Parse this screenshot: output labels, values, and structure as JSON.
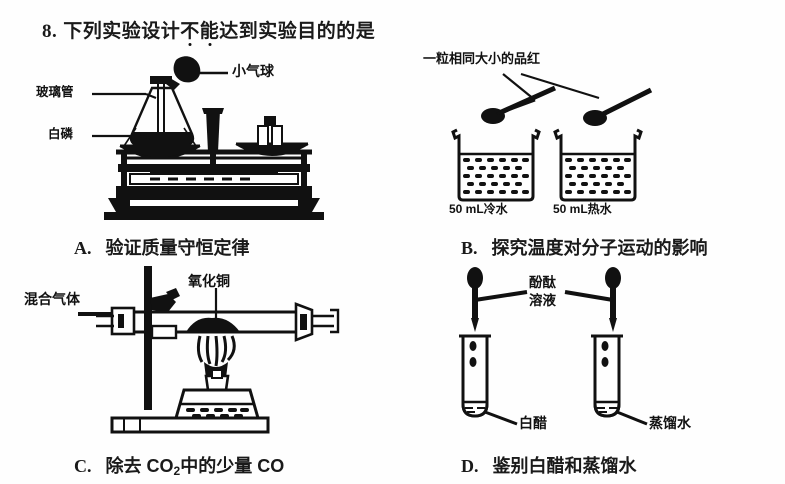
{
  "question": {
    "number": "8.",
    "text_before": "下列实验设计",
    "emphasis": "不能",
    "text_after": "达到实验目的的是"
  },
  "options": [
    {
      "key": "A.",
      "caption": "验证质量守恒定律",
      "diagram": "balance-with-flask",
      "annotations": [
        {
          "name": "glass-tube",
          "text": "玻璃管"
        },
        {
          "name": "white-phosphorus",
          "text": "白磷"
        },
        {
          "name": "small-balloon",
          "text": "小气球"
        }
      ]
    },
    {
      "key": "B.",
      "caption": "探究温度对分子运动的影响",
      "diagram": "two-beakers-with-spoons",
      "annotations": [
        {
          "name": "crystal-grain",
          "text": "一粒相同大小的品红"
        },
        {
          "name": "cold-water-beaker",
          "text": "50 mL冷水"
        },
        {
          "name": "hot-water-beaker",
          "text": "50 mL热水"
        }
      ]
    },
    {
      "key": "C.",
      "caption_parts": {
        "pre": "除去 CO",
        "sub": "2",
        "post": "中的少量 CO"
      },
      "caption": "除去 CO2 中的少量 CO",
      "diagram": "hard-glass-tube-on-stand",
      "annotations": [
        {
          "name": "mixed-gas",
          "text": "混合气体"
        },
        {
          "name": "copper-oxide",
          "text": "氧化铜"
        }
      ]
    },
    {
      "key": "D.",
      "caption": "鉴别白醋和蒸馏水",
      "diagram": "two-test-tubes-with-droppers",
      "annotations": [
        {
          "name": "phenolphthalein-line1",
          "text": "酚酞"
        },
        {
          "name": "phenolphthalein-line2",
          "text": "溶液"
        },
        {
          "name": "white-vinegar",
          "text": "白醋"
        },
        {
          "name": "distilled-water",
          "text": "蒸馏水"
        }
      ]
    }
  ],
  "colors": {
    "ink": "#111111",
    "paper": "#fefefe"
  }
}
